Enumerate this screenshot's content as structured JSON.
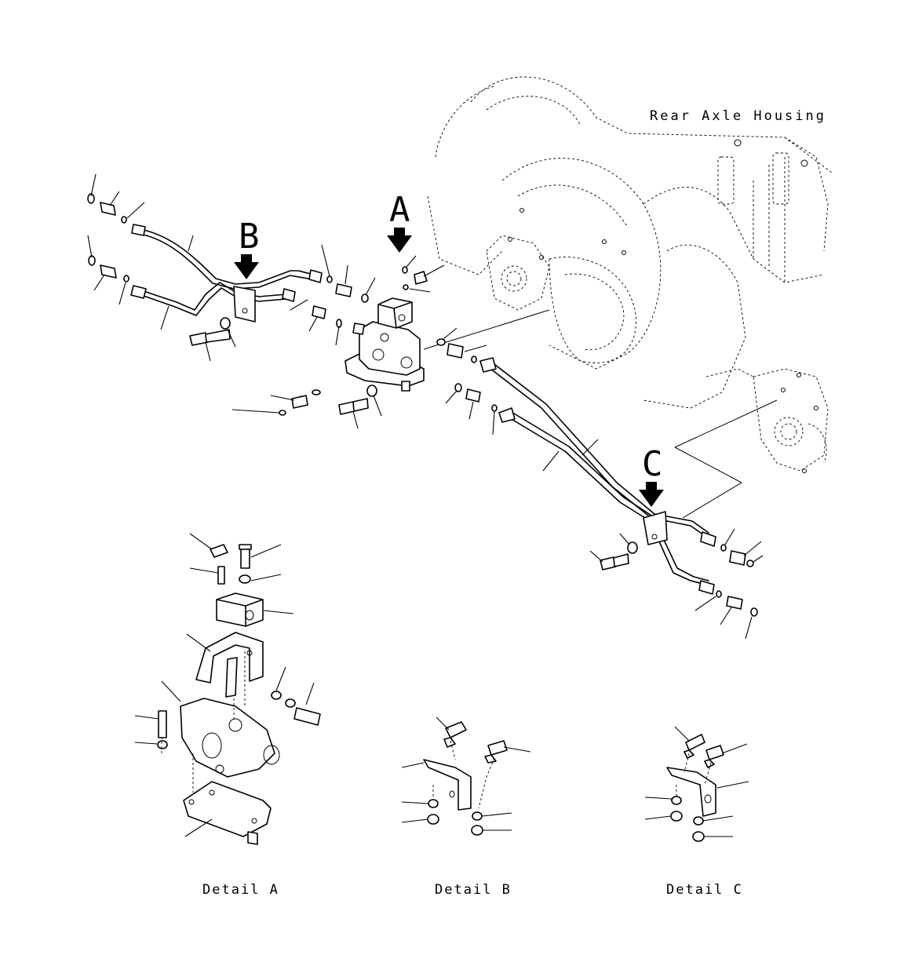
{
  "labels": {
    "housing": "Rear Axle Housing",
    "callout_a": "A",
    "callout_b": "B",
    "callout_c": "C",
    "detail_a": "Detail A",
    "detail_b": "Detail B",
    "detail_c": "Detail C"
  },
  "icons": {
    "view_arrow": "down-arrow-icon"
  },
  "colors": {
    "line": "#000000",
    "background": "#ffffff"
  }
}
